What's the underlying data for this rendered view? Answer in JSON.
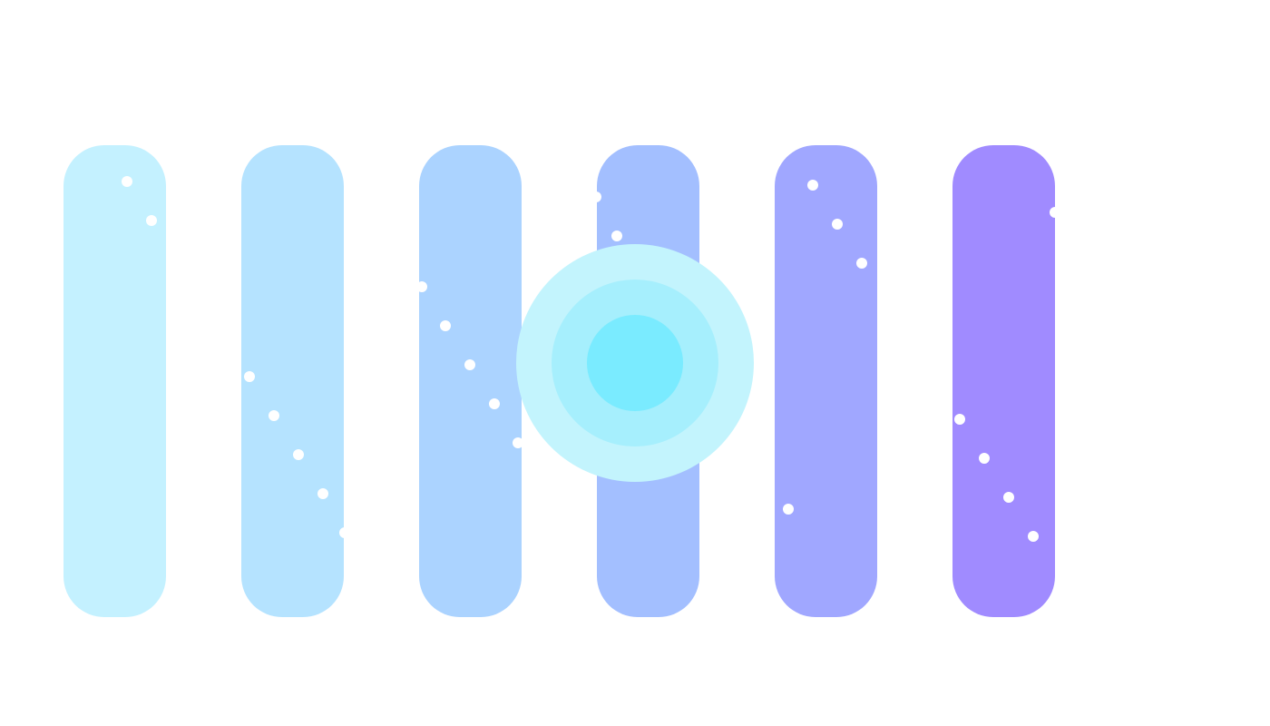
{
  "bars": [
    {
      "id": "bar-1",
      "color": "#c4f1ff"
    },
    {
      "id": "bar-2",
      "color": "#b5e3ff"
    },
    {
      "id": "bar-3",
      "color": "#abd3ff"
    },
    {
      "id": "bar-4",
      "color": "#a3bfff"
    },
    {
      "id": "bar-5",
      "color": "#a0a7ff"
    },
    {
      "id": "bar-6",
      "color": "#a08bff"
    }
  ],
  "dot_color": "#ffffff",
  "target": {
    "outer_color": "#c3f4fd",
    "middle_color": "#a6effd",
    "inner_color": "#7aebff"
  }
}
